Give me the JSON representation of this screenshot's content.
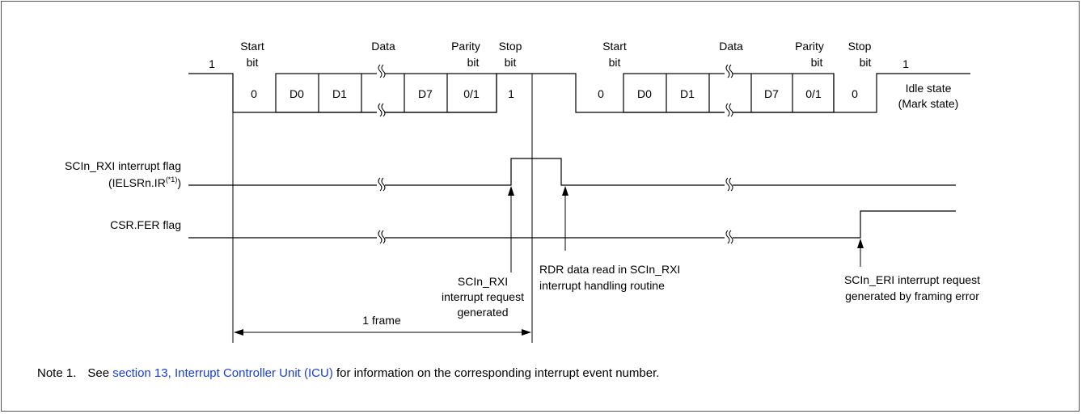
{
  "bit_headers": {
    "one_left": "1",
    "start": [
      "Start",
      "bit"
    ],
    "data": "Data",
    "parity": [
      "Parity",
      "bit"
    ],
    "stop": [
      "Stop",
      "bit"
    ],
    "one_right": "1"
  },
  "frame1_cells": [
    "0",
    "D0",
    "D1",
    "D7",
    "0/1",
    "1"
  ],
  "frame2_cells": [
    "0",
    "D0",
    "D1",
    "D7",
    "0/1",
    "0"
  ],
  "idle_label": [
    "Idle state",
    "(Mark state)"
  ],
  "signals": {
    "rxi_flag": "SCIn_RXI interrupt flag",
    "ielsr_prefix": "(IELSRn.IR",
    "ielsr_sup": "(*1)",
    "ielsr_suffix": ")",
    "fer_flag": "CSR.FER flag"
  },
  "annotations": {
    "rxi_request": [
      "SCIn_RXI",
      "interrupt request",
      "generated"
    ],
    "rdr_read": [
      "RDR data read in SCIn_RXI",
      "interrupt handling routine"
    ],
    "eri_request": [
      "SCIn_ERI interrupt request",
      "generated by framing error"
    ],
    "one_frame": "1 frame"
  },
  "note": {
    "prefix": "Note 1.",
    "see": "See ",
    "link": "section 13, Interrupt Controller Unit (ICU)",
    "suffix": " for information on the corresponding interrupt event number.",
    "link_color": "#1a3fd6"
  }
}
